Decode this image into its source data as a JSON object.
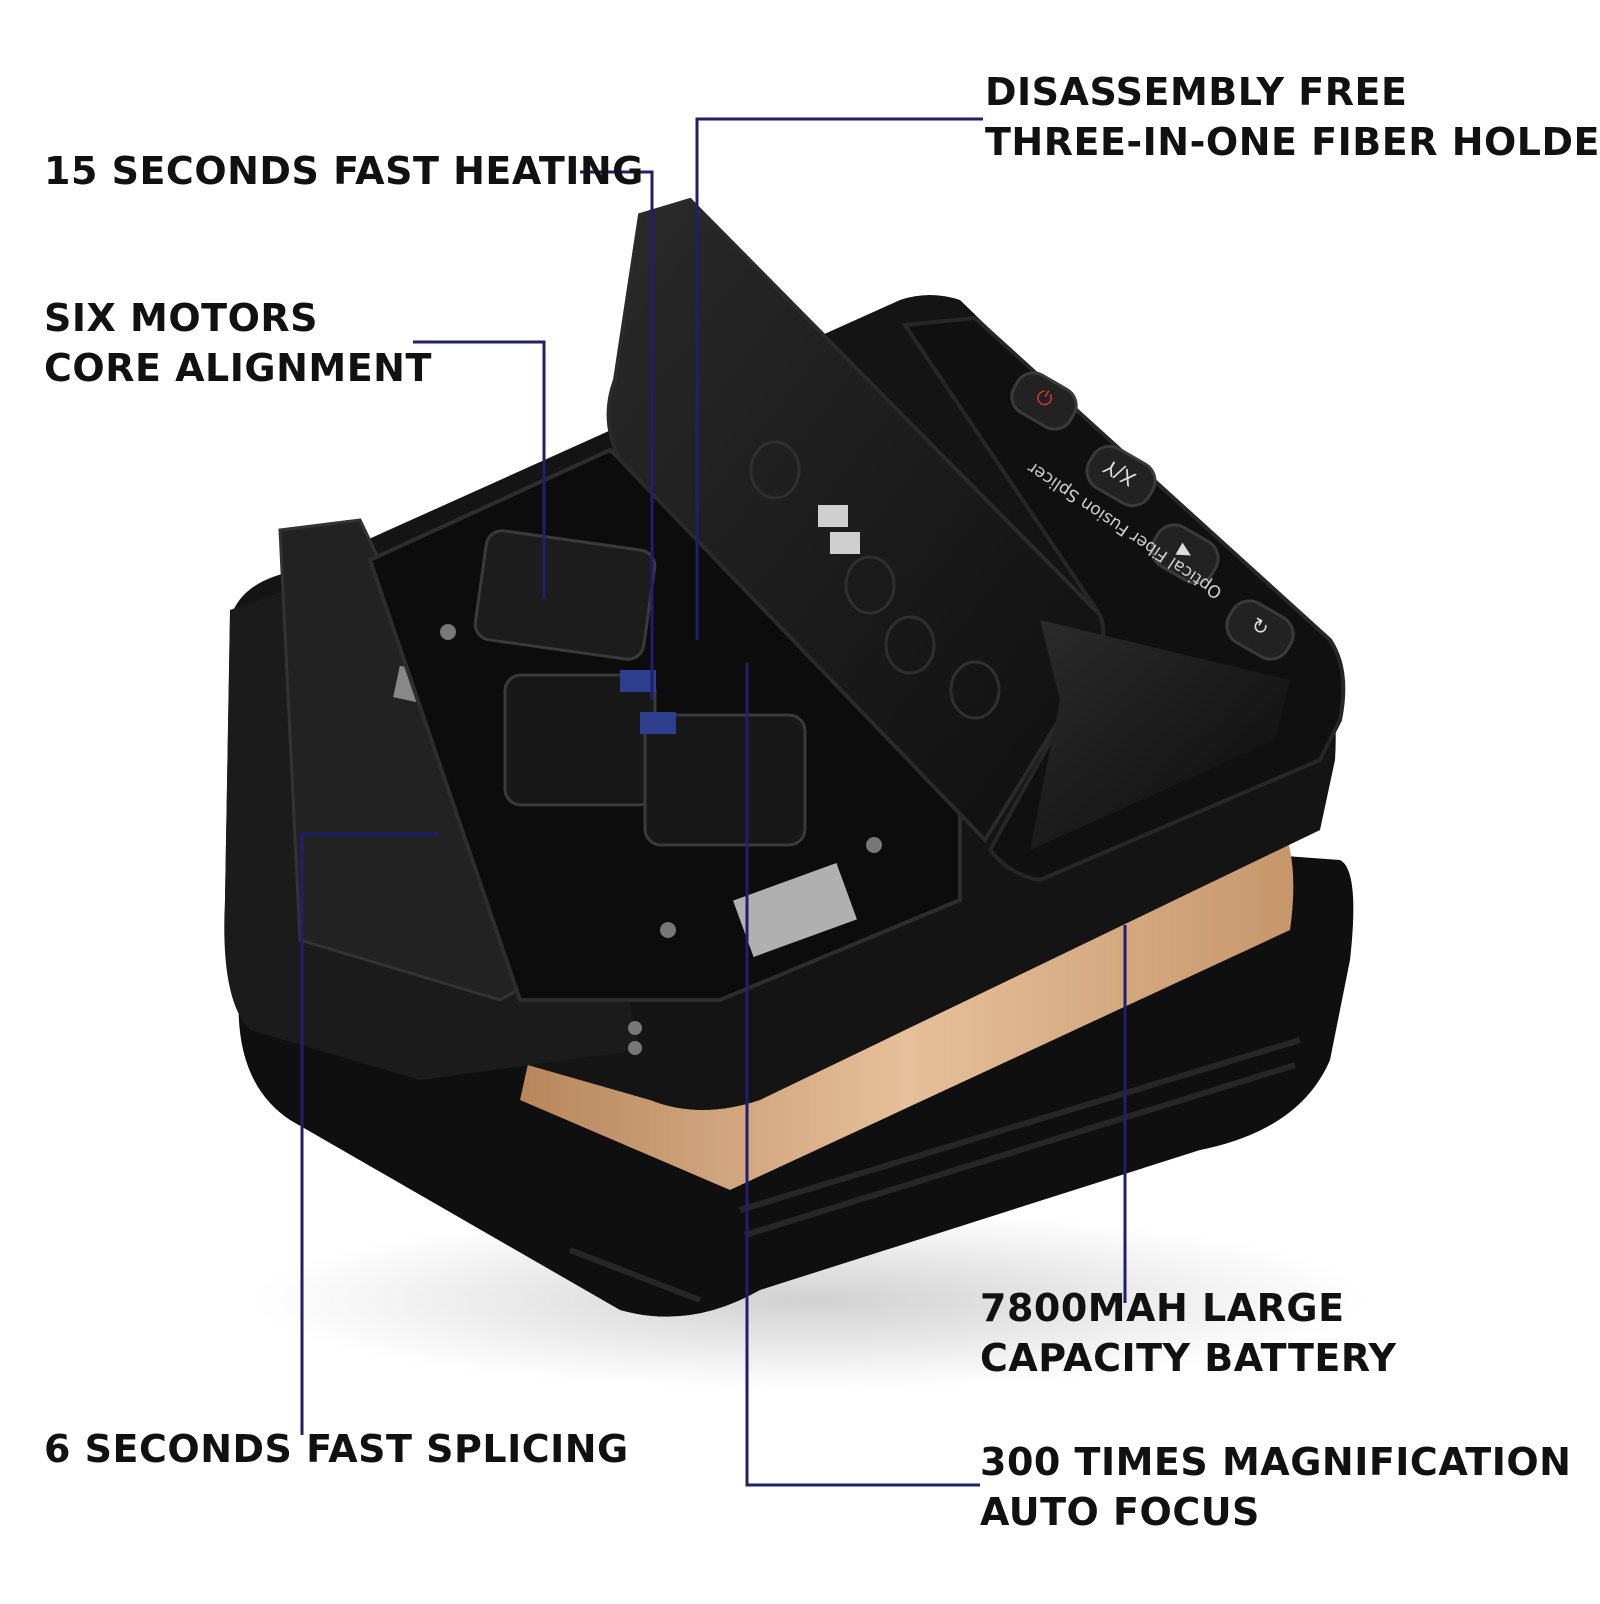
{
  "colors": {
    "background": "#ffffff",
    "leader_line": "#1f1f6e",
    "text": "#111111",
    "device_body": "#121212",
    "device_trim": "#d4a67e"
  },
  "callouts": {
    "heating": {
      "line1": "15 SECONDS FAST HEATING"
    },
    "motors": {
      "line1": "SIX MOTORS",
      "line2": "CORE ALIGNMENT"
    },
    "holder": {
      "line1": "DISASSEMBLY FREE",
      "line2": "THREE-IN-ONE FIBER HOLDER"
    },
    "battery": {
      "line1": "7800MAH LARGE",
      "line2": "CAPACITY BATTERY"
    },
    "splicing": {
      "line1": "6 SECONDS FAST SPLICING"
    },
    "magnification": {
      "line1": "300 TIMES MAGNIFICATION",
      "line2": "AUTO FOCUS"
    }
  },
  "device": {
    "printed_label": "Optical Fiber Fusion Splicer",
    "button_labels": [
      "X/Y"
    ],
    "button_icons": [
      "power-icon",
      "xy-swap-icon",
      "play-icon",
      "reset-icon"
    ]
  }
}
